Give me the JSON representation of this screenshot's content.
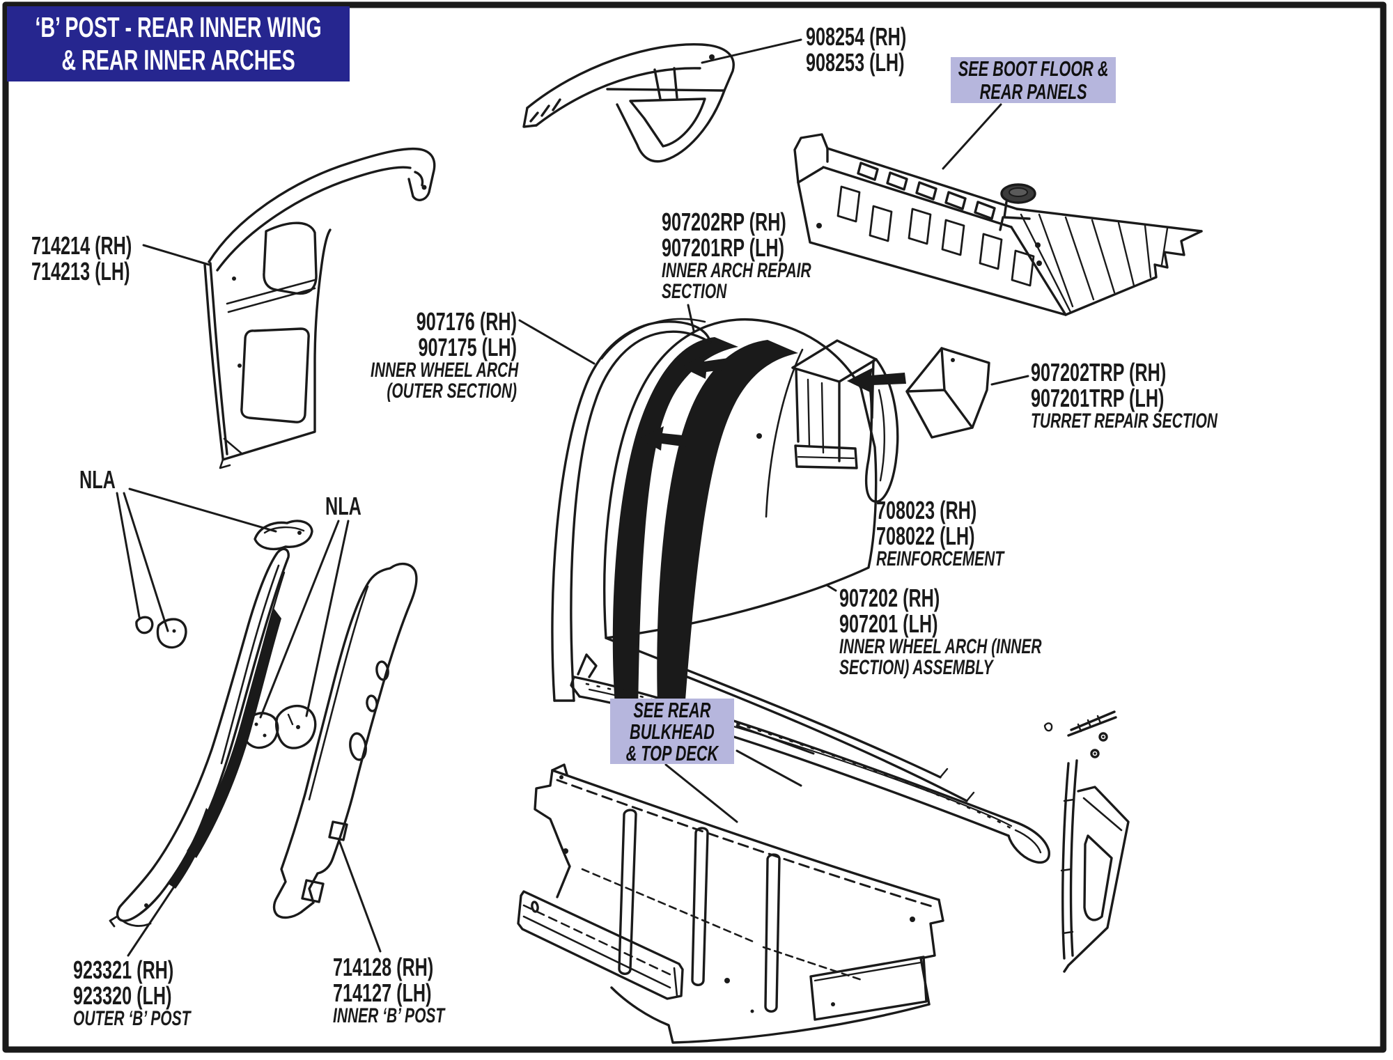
{
  "title": {
    "line1": "‘B’ POST - REAR INNER WING",
    "line2": "& REAR INNER ARCHES"
  },
  "callout_boxes": {
    "boot_floor": {
      "line1": "SEE BOOT FLOOR &",
      "line2": "REAR PANELS"
    },
    "rear_bulkhead": {
      "line1": "SEE REAR",
      "line2": "BULKHEAD",
      "line3": "& TOP DECK"
    }
  },
  "part_labels": {
    "top_bracket": {
      "rh": "908254 (RH)",
      "lh": "908253 (LH)"
    },
    "rear_inner_wing": {
      "rh": "714214 (RH)",
      "lh": "714213 (LH)"
    },
    "inner_arch_repair": {
      "rh": "907202RP (RH)",
      "lh": "907201RP (LH)",
      "desc1": "INNER ARCH REPAIR",
      "desc2": "SECTION"
    },
    "inner_wheel_arch_outer": {
      "rh": "907176 (RH)",
      "lh": "907175 (LH)",
      "desc1": "INNER WHEEL ARCH",
      "desc2": "(OUTER SECTION)"
    },
    "turret_repair": {
      "rh": "907202TRP (RH)",
      "lh": "907201TRP (LH)",
      "desc1": "TURRET REPAIR SECTION"
    },
    "reinforcement": {
      "rh": "708023 (RH)",
      "lh": "708022 (LH)",
      "desc1": "REINFORCEMENT"
    },
    "inner_wheel_arch_inner": {
      "rh": "907202 (RH)",
      "lh": "907201 (LH)",
      "desc1": "INNER WHEEL ARCH (INNER",
      "desc2": "SECTION) ASSEMBLY"
    },
    "nla_left": {
      "text": "NLA"
    },
    "nla_right": {
      "text": "NLA"
    },
    "outer_b_post": {
      "rh": "923321 (RH)",
      "lh": "923320 (LH)",
      "desc1": "OUTER ‘B’ POST"
    },
    "inner_b_post": {
      "rh": "714128 (RH)",
      "lh": "714127 (LH)",
      "desc1": "INNER ‘B’ POST"
    }
  },
  "colors": {
    "navy_header": "#26268f",
    "lavender_callout": "#b6b6dd",
    "ink": "#1a1a1a",
    "paper": "#ffffff"
  }
}
